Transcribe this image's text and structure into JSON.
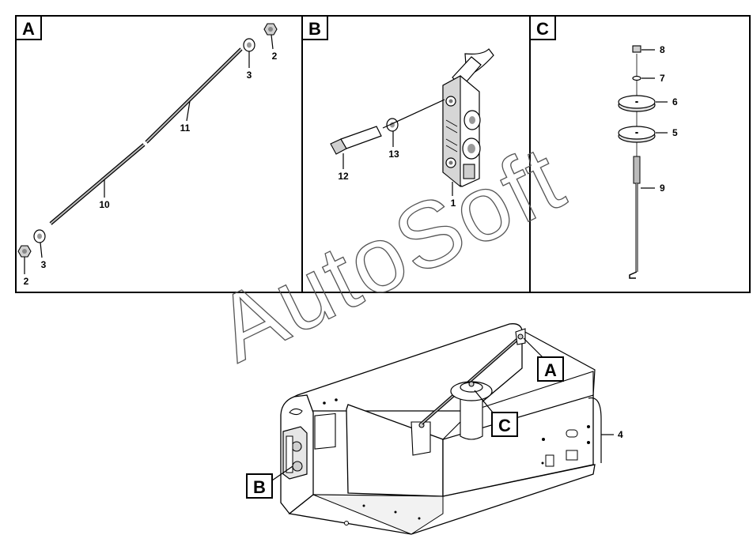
{
  "panels": [
    {
      "letter": "A",
      "callouts": {
        "nut_right": "2",
        "washer_right": "3",
        "rod_upper": "11",
        "rod_lower": "10",
        "washer_left": "3",
        "nut_left": "2"
      }
    },
    {
      "letter": "B",
      "callouts": {
        "latch": "1",
        "bolt": "12",
        "washer": "13"
      }
    },
    {
      "letter": "C",
      "callouts": {
        "nut": "8",
        "washer": "7",
        "disc_upper": "6",
        "disc_lower": "5",
        "rod": "9"
      }
    }
  ],
  "assembly": {
    "labels": {
      "a": "A",
      "b": "B",
      "c": "C"
    },
    "housing_callout": "4"
  },
  "watermark": "AutoSoft"
}
